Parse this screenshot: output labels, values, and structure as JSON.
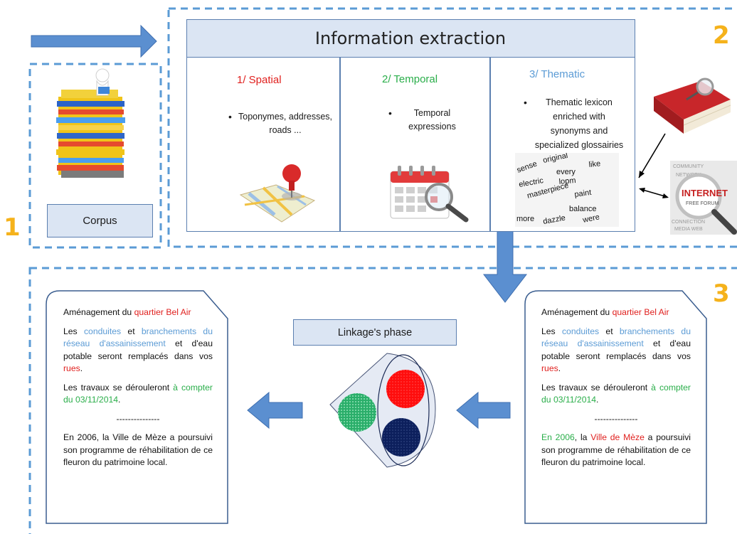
{
  "steps": {
    "one": "1",
    "two": "2",
    "three": "3"
  },
  "corpus": {
    "label": "Corpus"
  },
  "extraction": {
    "title": "Information extraction",
    "spatial": {
      "title": "1/ Spatial",
      "bullet": "Toponymes, addresses, roads ..."
    },
    "temporal": {
      "title": "2/ Temporal",
      "bullet": "Temporal expressions"
    },
    "thematic": {
      "title": "3/ Thematic",
      "bullet": "Thematic lexicon enriched with synonyms and specialized glossairies"
    }
  },
  "linkage": {
    "label": "Linkage's phase"
  },
  "document_left": {
    "title_a": "Aménagement du ",
    "title_b": "quartier Bel Air",
    "p1_a": "Les ",
    "p1_b": "conduites",
    "p1_c": " et ",
    "p1_d": "branchements du réseau d'assainissement",
    "p1_e": " et d'eau potable seront remplacés dans vos ",
    "p1_f": "rues",
    "p1_g": ".",
    "p2_a": "Les travaux se dérouleront ",
    "p2_b": "à compter du 03/11/2014",
    "p2_c": ".",
    "separator": "---------------",
    "p3": "En 2006, la Ville de Mèze a poursuivi son programme de réhabilitation de ce fleuron du patrimoine local."
  },
  "document_right": {
    "title_a": "Aménagement du ",
    "title_b": "quartier Bel Air",
    "p1_a": "Les ",
    "p1_b": "conduites",
    "p1_c": " et ",
    "p1_d": "branchements du réseau d'assainissement",
    "p1_e": " et d'eau potable seront remplacés dans vos ",
    "p1_f": "rues",
    "p1_g": ".",
    "p2_a": "Les travaux se dérouleront ",
    "p2_b": "à compter du 03/11/2014",
    "p2_c": ".",
    "separator": "---------------",
    "p3_a": "En 2006",
    "p3_b": ", la ",
    "p3_c": "Ville de Mèze",
    "p3_d": " a poursuivi son programme de réhabilitation de ce fleuron du patrimoine local."
  },
  "word_cloud": [
    "original",
    "sense",
    "every",
    "electric",
    "lopm",
    "masterpiece",
    "paint",
    "balance",
    "more",
    "dazzle",
    "were",
    "like"
  ],
  "internet_badge": {
    "title": "INTERNET",
    "sub": "FREE FORUM"
  },
  "colors": {
    "spatial": "#e0201e",
    "temporal": "#2aae4a",
    "thematic": "#5b9bd5",
    "step_number": "#f5b21b",
    "arrow": "#5b8fd0",
    "dashed_border": "#5b9bd5"
  }
}
